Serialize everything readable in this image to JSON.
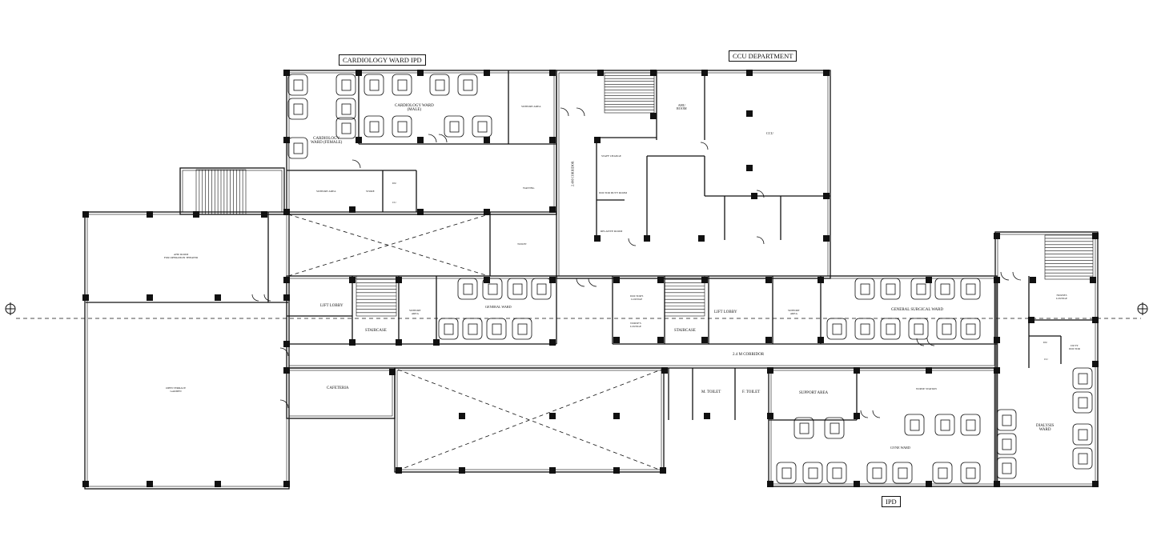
{
  "titles": {
    "cardiology_ipd": "CARDIOLOGY WARD IPD",
    "ccu_department": "CCU DEPARTMENT",
    "ipd": "IPD"
  },
  "rooms": {
    "cardiology_ward_male_1": "CARDIOLOGY WARD",
    "cardiology_ward_male_2": "(MALE)",
    "cardiology_ward_female_1": "CARDIOLOGY",
    "cardiology_ward_female_2": "WARD (FEMALE)",
    "support_area_top": "SUPPORT AREA",
    "support_area_left": "SUPPORT AREA",
    "store": "STORE",
    "du": "DU",
    "cu": "CU",
    "waiting": "WAITING",
    "toilet": "TOILET",
    "corridor_vertical": "2.4M CORRIDOR",
    "ahu_room": "AHU",
    "ahu_room_2": "ROOM",
    "ccu": "CCU",
    "staff_change": "STAFF CHANGE",
    "doctor_duty_1": "DOCTOR DUTY ROOM",
    "relative_room": "RELATIVE ROOM",
    "ahu_ot_1": "AHU ROOM",
    "ahu_ot_2": "FOR OPERATION THEATER",
    "lift_lobby_left": "LIFT LOBBY",
    "staircase_left": "STAIRCASE",
    "support_area_mid_left": "SUPPORT",
    "support_area_mid_left_2": "AREA",
    "general_ward": "GENERAL WARD",
    "doctors_lounge": "DOCTOR'S",
    "doctors_lounge_2": "LOUNGE",
    "nurses_lounge": "NURSE'S",
    "nurses_lounge_2": "LOUNGE",
    "staircase_mid": "STAIRCASE",
    "lift_lobby_mid": "LIFT LOBBY",
    "support_area_mid_right": "SUPPORT",
    "support_area_mid_right_2": "AREA",
    "general_surgical_ward": "GENERAL SURGICAL WARD",
    "nurses_lounge_right": "NURSES",
    "nurses_lounge_right_2": "LOUNGE",
    "du_right": "DU",
    "cu_right": "CU",
    "duty_doctor": "DUTY",
    "duty_doctor_2": "DOCTOR",
    "corridor_horizontal": "2.4 M CORRIDOR",
    "open_terrace_1": "OPEN TERRACE",
    "open_terrace_2": "GARDEN",
    "cafeteria": "CAFETERIA",
    "m_toilet": "M. TOILET",
    "f_toilet": "F. TOILET",
    "support_area_bottom": "SUPPORT AREA",
    "nurse_station": "NURSE STATION",
    "gyne_ward": "GYNE WARD",
    "dialysis_ward_1": "DIALYSIS",
    "dialysis_ward_2": "WARD"
  }
}
